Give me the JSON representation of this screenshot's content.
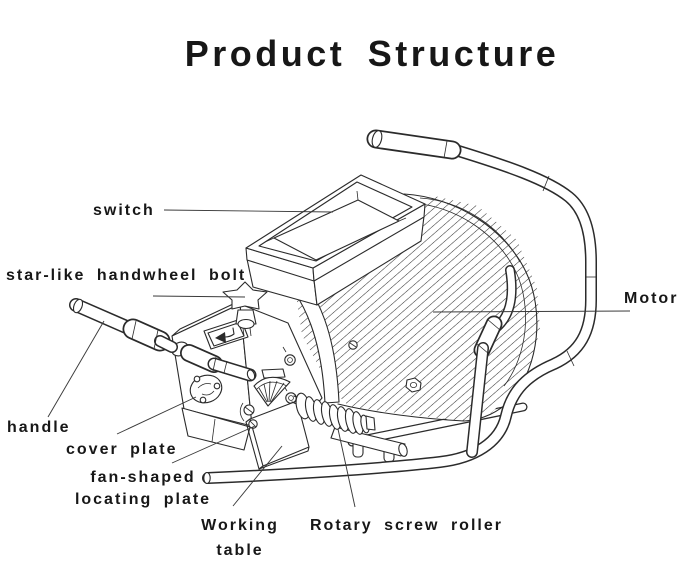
{
  "title": "Product Structure",
  "callouts": [
    {
      "id": "switch",
      "text": "switch"
    },
    {
      "id": "star-like-handwheel-bolt",
      "text": "star-like handwheel bolt"
    },
    {
      "id": "motor",
      "text": "Motor"
    },
    {
      "id": "handle",
      "text": "handle"
    },
    {
      "id": "cover-plate",
      "text": "cover plate"
    },
    {
      "id": "fan-shaped-locating-plate",
      "line1": "fan-shaped",
      "line2": "locating plate"
    },
    {
      "id": "working-table",
      "line1": "Working",
      "line2": "table"
    },
    {
      "id": "rotary-screw-roller",
      "text": "Rotary screw roller"
    }
  ],
  "colors": {
    "ink": "#2b2b2b",
    "label_ink": "#171717",
    "background": "#ffffff"
  }
}
